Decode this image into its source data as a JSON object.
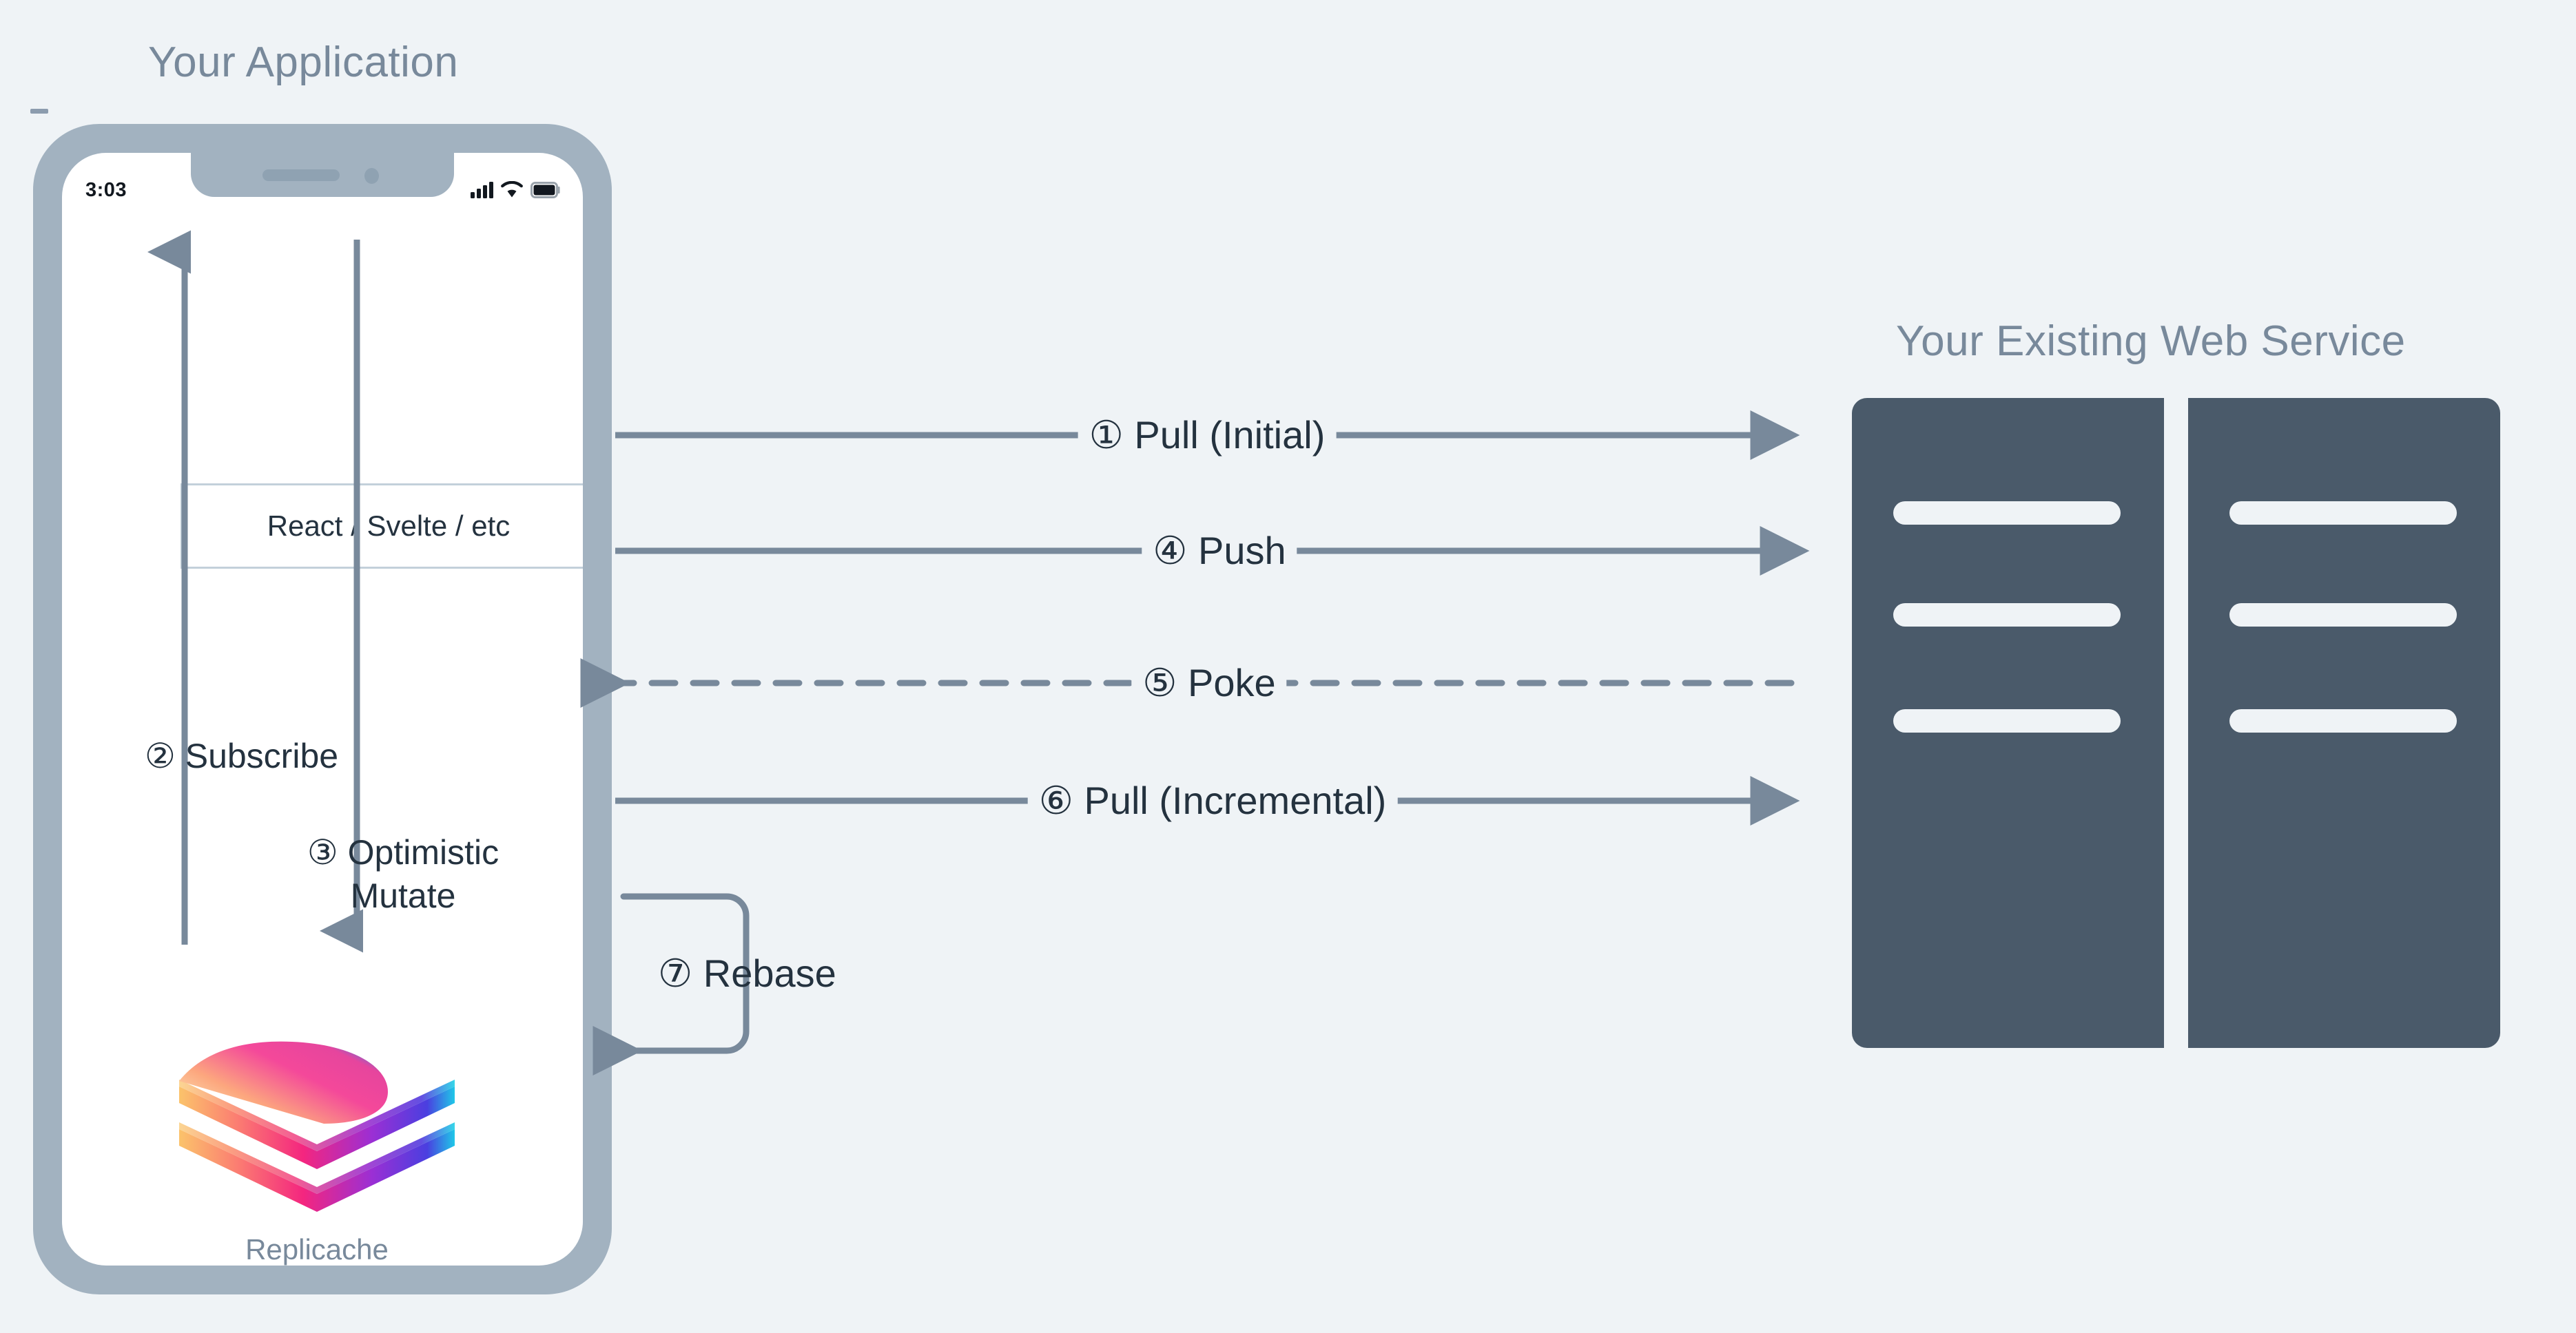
{
  "colors": {
    "background": "#EFF3F6",
    "phone_frame": "#A2B2C0",
    "screen": "#FFFFFF",
    "server": "#4A5A6A",
    "arrow": "#78899B",
    "heading_text": "#78899B",
    "body_text": "#24323F",
    "box_border": "#C3D0DA"
  },
  "headings": {
    "application": "Your Application",
    "web_service": "Your Existing Web Service"
  },
  "phone": {
    "status_bar": {
      "time": "3:03",
      "icons": [
        "signal-icon",
        "wifi-icon",
        "battery-icon"
      ]
    },
    "framework_box": {
      "label": "React / Svelte / etc"
    },
    "steps": [
      {
        "number": "②",
        "label": "Subscribe"
      },
      {
        "number": "③",
        "label": "Optimistic Mutate"
      }
    ],
    "subscribe_text": "② Subscribe",
    "mutate_text": "③ Optimistic Mutate",
    "logo": {
      "name": "Replicache",
      "icon": "replicache-layers-icon"
    }
  },
  "arrows": [
    {
      "id": "pull-initial",
      "label": "① Pull (Initial)",
      "direction": "right",
      "style": "solid"
    },
    {
      "id": "push",
      "label": "④ Push",
      "direction": "right",
      "style": "solid"
    },
    {
      "id": "poke",
      "label": "⑤ Poke",
      "direction": "left",
      "style": "dashed"
    },
    {
      "id": "pull-incr",
      "label": "⑥ Pull (Incremental)",
      "direction": "right",
      "style": "solid"
    },
    {
      "id": "rebase",
      "label": "⑦ Rebase",
      "direction": "left",
      "style": "loop"
    }
  ],
  "arrow_labels": {
    "pull_initial": "① Pull (Initial)",
    "push": "④ Push",
    "poke": "⑤ Poke",
    "pull_incremental": "⑥ Pull (Incremental)",
    "rebase": "⑦ Rebase"
  },
  "servers": {
    "count": 2,
    "bars_per_server": 3
  }
}
